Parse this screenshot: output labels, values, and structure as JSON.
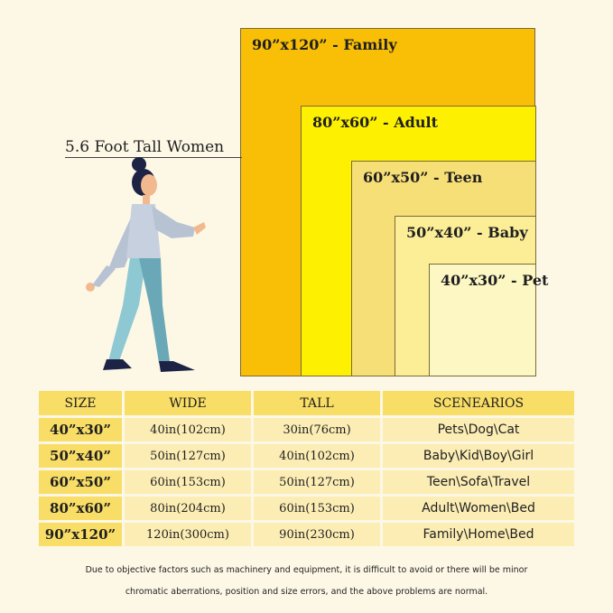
{
  "blankets": [
    {
      "key": "family",
      "label": "90”x120” - Family",
      "color": "#f8bf06"
    },
    {
      "key": "adult",
      "label": "80”x60” - Adult",
      "color": "#fdf000"
    },
    {
      "key": "teen",
      "label": "60”x50” - Teen",
      "color": "#f7df78"
    },
    {
      "key": "baby",
      "label": "50”x40” - Baby",
      "color": "#fbee96"
    },
    {
      "key": "pet",
      "label": "40”x30” - Pet",
      "color": "#fdf7c4"
    }
  ],
  "person_label": "5.6 Foot Tall Women",
  "table": {
    "headers": [
      "SIZE",
      "WIDE",
      "TALL",
      "SCENEARIOS"
    ],
    "rows": [
      {
        "size": "40”x30”",
        "wide": "40in(102cm)",
        "tall": "30in(76cm)",
        "scenarios": "Pets\\Dog\\Cat"
      },
      {
        "size": "50”x40”",
        "wide": "50in(127cm)",
        "tall": "40in(102cm)",
        "scenarios": "Baby\\Kid\\Boy\\Girl"
      },
      {
        "size": "60”x50”",
        "wide": "60in(153cm)",
        "tall": "50in(127cm)",
        "scenarios": "Teen\\Sofa\\Travel"
      },
      {
        "size": "80”x60”",
        "wide": "80in(204cm)",
        "tall": "60in(153cm)",
        "scenarios": "Adult\\Women\\Bed"
      },
      {
        "size": "90”x120”",
        "wide": "120in(300cm)",
        "tall": "90in(230cm)",
        "scenarios": "Family\\Home\\Bed"
      }
    ]
  },
  "note_line1": "Due to objective factors such as machinery and equipment, it is difficult to avoid or there will be minor",
  "note_line2": "chromatic  aberrations, position and size errors, and the above problems are normal."
}
